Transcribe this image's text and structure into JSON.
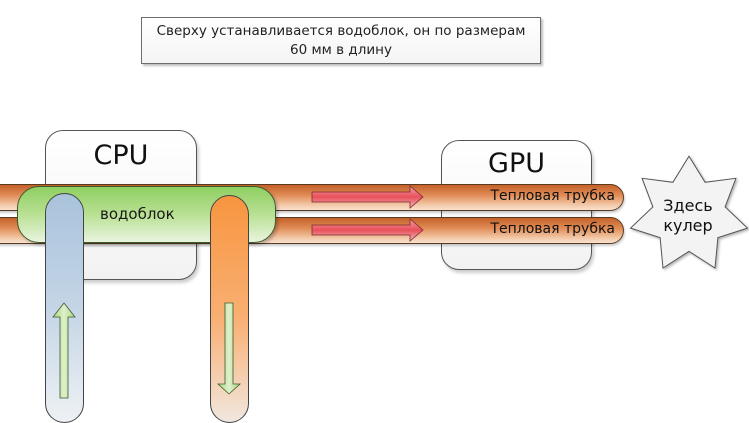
{
  "note": {
    "text": "Сверху устанавливается водоблок, он по размерам 60 мм в длину"
  },
  "cpu": {
    "label": "CPU"
  },
  "gpu": {
    "label": "GPU"
  },
  "heat_pipes": [
    {
      "label": "Тепловая трубка"
    },
    {
      "label": "Тепловая трубка"
    }
  ],
  "water_block": {
    "label": "водоблок"
  },
  "cooler": {
    "line1": "Здесь",
    "line2": "кулер"
  },
  "colors": {
    "pipe": "#e08b55",
    "water_block": "#8fcf62",
    "cold_tube": "#a9c3dc",
    "hot_tube": "#f7953f",
    "flow_arrow": "#e8505b",
    "water_arrow": "#b5dc8f"
  }
}
